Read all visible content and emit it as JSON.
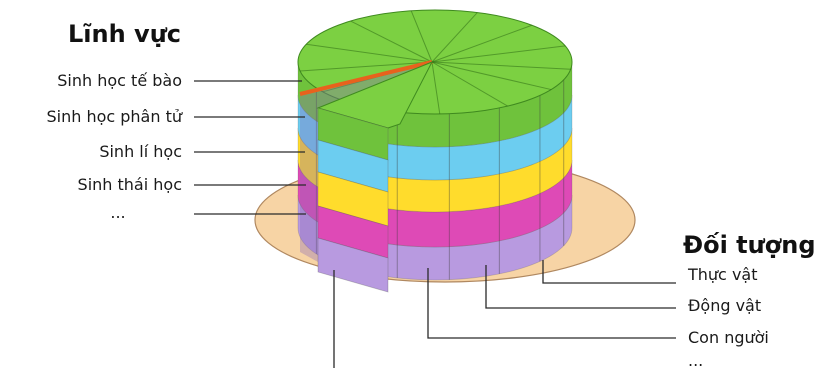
{
  "left": {
    "heading": "Lĩnh vực",
    "items": [
      "Sinh học tế bào",
      "Sinh học phân tử",
      "Sinh lí học",
      "Sinh thái học",
      "..."
    ]
  },
  "right": {
    "heading": "Đối tượng",
    "items": [
      "Thực vật",
      "Động vật",
      "Con người",
      "..."
    ]
  },
  "colors": {
    "plate": "#f7d4a5",
    "plate_edge": "#b08860",
    "top_layer": "#6fc23c",
    "top_surface": "#7cd042",
    "layer_blue": "#6ccdf0",
    "layer_yellow": "#ffdc2c",
    "layer_magenta": "#de4ab6",
    "layer_lavender": "#b89ae0",
    "cut_highlight": "#e8621d"
  }
}
